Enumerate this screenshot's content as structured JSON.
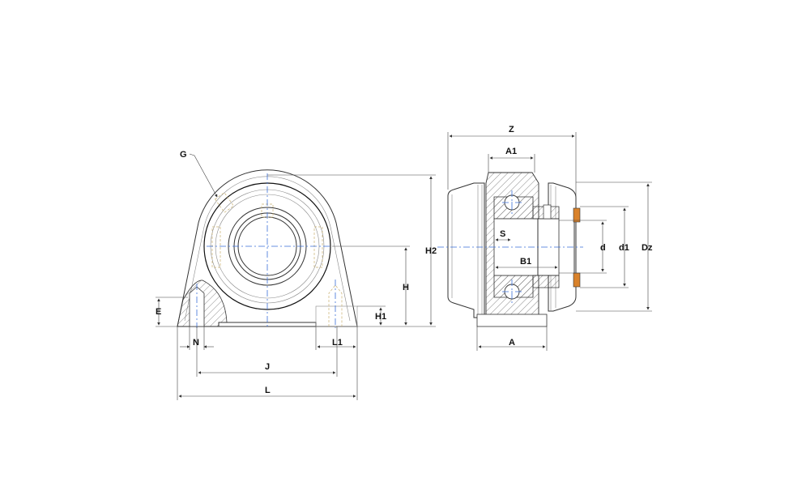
{
  "drawing": {
    "front_view": {
      "labels": {
        "G": "G",
        "H2": "H2",
        "H": "H",
        "H1": "H1",
        "E": "E",
        "N": "N",
        "L1": "L1",
        "J": "J",
        "L": "L"
      }
    },
    "side_view": {
      "labels": {
        "Z": "Z",
        "A1": "A1",
        "S": "S",
        "B1": "B1",
        "d": "d",
        "d1": "d1",
        "Dz": "Dz",
        "A": "A"
      }
    },
    "colors": {
      "centerline": "#3a6fd8",
      "seal": "#d9822b",
      "hidden": "#c8b070"
    }
  }
}
